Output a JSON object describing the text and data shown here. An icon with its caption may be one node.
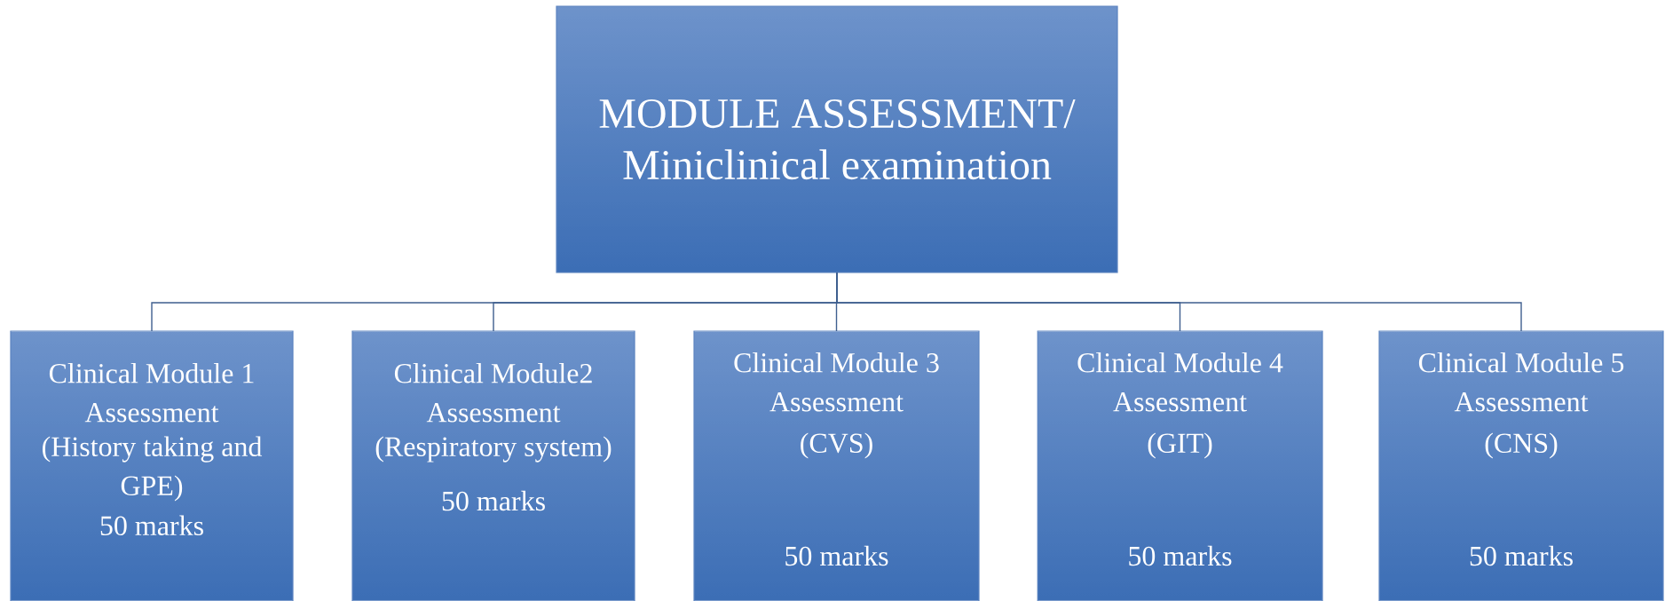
{
  "diagram": {
    "nodes": [
      {
        "text": [
          "MODULE ASSESSMENT/ Miniclinical examination"
        ]
      },
      {
        "text": [
          "Clinical Module 1 Assessment",
          "(History taking and GPE)",
          "50 marks"
        ]
      },
      {
        "text": [
          "Clinical Module2 Assessment",
          "(Respiratory system)",
          "50 marks"
        ]
      },
      {
        "text": [
          "Clinical Module 3 Assessment",
          "(CVS)",
          "50 marks"
        ]
      },
      {
        "text": [
          "Clinical Module 4 Assessment",
          "(GIT)",
          "50 marks"
        ]
      },
      {
        "text": [
          "Clinical Module 5 Assessment",
          "(CNS)",
          "50 marks"
        ]
      }
    ],
    "edges": [
      {
        "from": 0,
        "to": 1,
        "arrow": "none"
      },
      {
        "from": 0,
        "to": 2,
        "arrow": "none"
      },
      {
        "from": 0,
        "to": 3,
        "arrow": "none"
      },
      {
        "from": 0,
        "to": 4,
        "arrow": "none"
      },
      {
        "from": 0,
        "to": 5,
        "arrow": "none"
      }
    ]
  }
}
